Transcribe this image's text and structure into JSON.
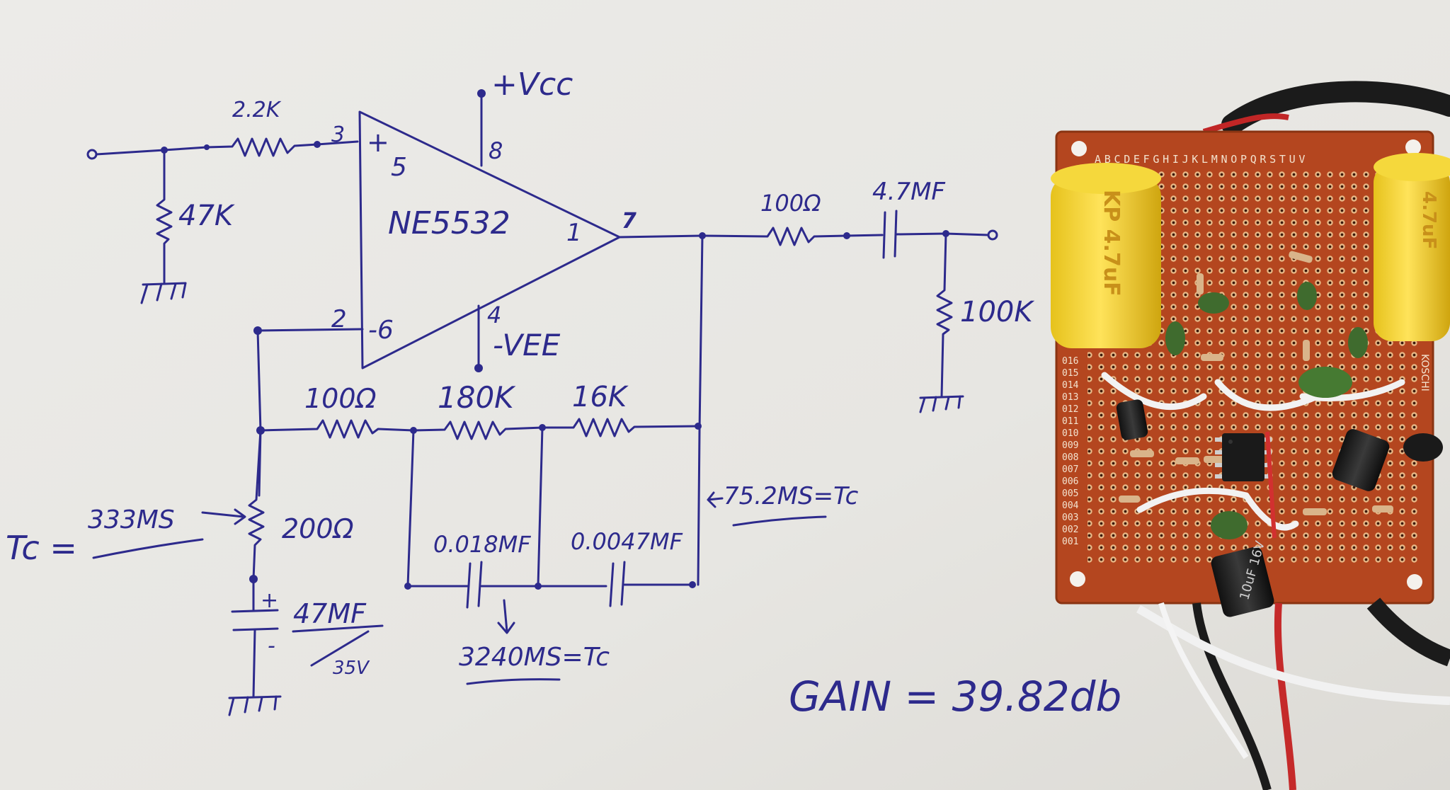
{
  "schematic": {
    "supply_pos": "+Vcc",
    "supply_neg": "-VEE",
    "opamp": "NE5532",
    "pin_3": "3",
    "pin_2": "2",
    "pin_plus": "+",
    "pin_5": "5",
    "pin_minus_6": "-6",
    "pin_8": "8",
    "pin_4": "4",
    "pin_1": "1",
    "pin_7": "7",
    "r_input_series": "2.2K",
    "r_input_shunt": "47K",
    "r_output_series": "100Ω",
    "c_output": "4.7MF",
    "r_output_load": "100K",
    "r_fb_1": "100Ω",
    "r_fb_2": "180K",
    "r_fb_3": "16K",
    "r_ground_leg": "200Ω",
    "c_ground_leg": "47MF",
    "c_ground_leg_sub": "35V",
    "cap_plus": "+",
    "cap_minus": "-",
    "c_fb_1": "0.018MF",
    "c_fb_2": "0.0047MF",
    "tc_left_value": "333MS",
    "tc_left_label": "Tc =",
    "tc_mid": "3240MS=Tc",
    "tc_right": "75.2MS=Tc",
    "gain": "GAIN = 39.82db"
  },
  "board": {
    "column_letters": "ABCDEFGHIJKLMNOPQRSTUV",
    "row_labels": [
      "016",
      "015",
      "014",
      "013",
      "012",
      "011",
      "010",
      "009",
      "008",
      "007",
      "006",
      "005",
      "004",
      "003",
      "002",
      "001"
    ],
    "cap_left_text": "KP 4.7uF",
    "cap_right_text": "4.7uF",
    "elec_text": "10uF 16V",
    "side_text": "KOSCHI"
  }
}
